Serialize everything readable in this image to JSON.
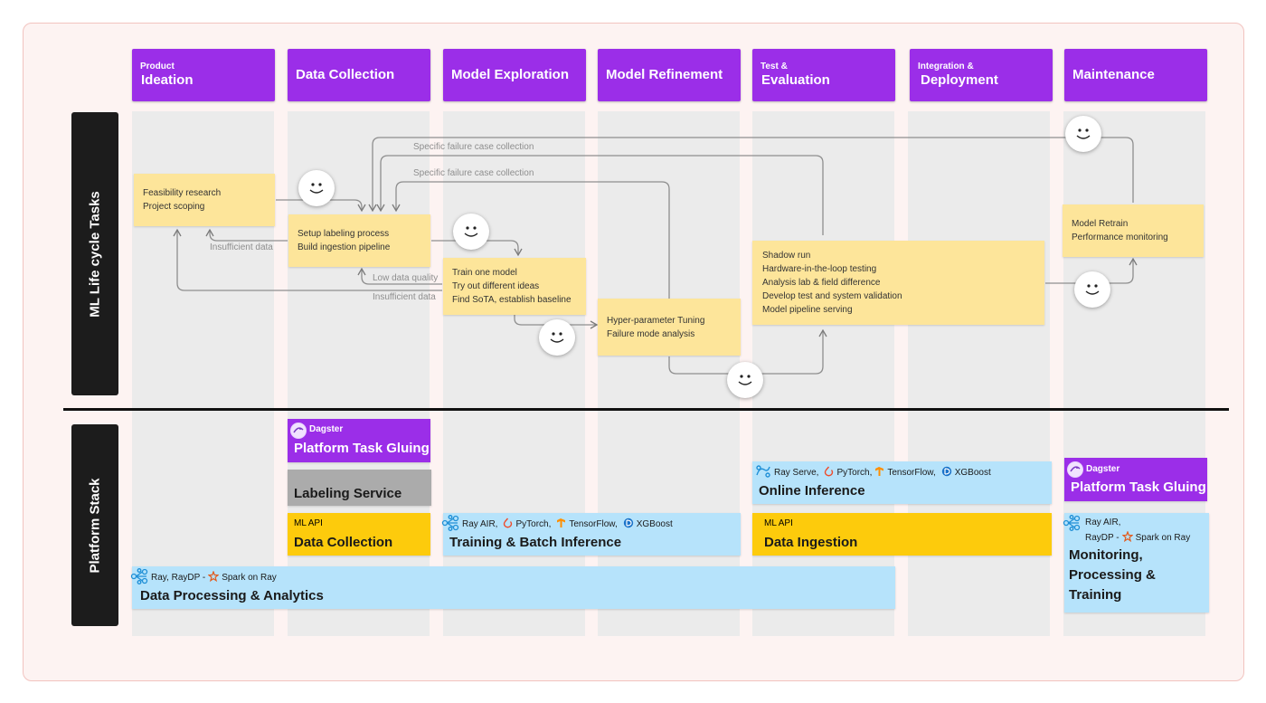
{
  "phases": [
    {
      "sub": "Product",
      "main": "Ideation"
    },
    {
      "sub": "",
      "main": "Data Collection"
    },
    {
      "sub": "",
      "main": "Model Exploration"
    },
    {
      "sub": "",
      "main": "Model Refinement"
    },
    {
      "sub": "Test &",
      "main": "Evaluation"
    },
    {
      "sub": "Integration &",
      "main": "Deployment"
    },
    {
      "sub": "",
      "main": "Maintenance"
    }
  ],
  "side_labels": {
    "lifecycle": "ML  Life cycle Tasks",
    "platform": "Platform Stack"
  },
  "notes": {
    "ideation": [
      "Feasibility research",
      "Project scoping"
    ],
    "data_collection": [
      "Setup labeling process",
      "Build ingestion pipeline"
    ],
    "model_exploration": [
      "Train one model",
      "Try out different ideas",
      "Find SoTA, establish baseline"
    ],
    "model_refinement": [
      "Hyper-parameter Tuning",
      "Failure mode analysis"
    ],
    "test_evaluation": [
      "Shadow run",
      "Hardware-in-the-loop testing",
      "Analysis lab & field difference",
      "Develop test and system validation",
      "Model pipeline serving"
    ],
    "maintenance": [
      "Model Retrain",
      "Performance monitoring"
    ]
  },
  "flow_labels": {
    "failure_1": "Specific failure case collection",
    "failure_2": "Specific failure case collection",
    "insufficient_1": "Insufficient data",
    "low_quality": "Low data quality",
    "insufficient_2": "Insufficient data"
  },
  "platform": {
    "dagster_logo_text": "Dagster",
    "task_gluing": "Platform Task Gluing",
    "labeling_service": "Labeling Service",
    "ml_api": "ML API",
    "data_collection": "Data Collection",
    "training_batch": "Training & Batch Inference",
    "training_tech": [
      "Ray AIR,",
      "PyTorch,",
      "TensorFlow,",
      "XGBoost"
    ],
    "online_inference": "Online Inference",
    "online_tech": [
      "Ray Serve,",
      "PyTorch,",
      "TensorFlow,",
      "XGBoost"
    ],
    "data_ingestion": "Data Ingestion",
    "data_processing": "Data Processing & Analytics",
    "processing_tech": [
      "Ray, RayDP -",
      "Spark on Ray"
    ],
    "monitoring_tech_1": "Ray AIR,",
    "monitoring_tech_2a": "RayDP -",
    "monitoring_tech_2b": "Spark on Ray",
    "monitoring": [
      "Monitoring,",
      "Processing &",
      "Training"
    ]
  },
  "colors": {
    "phase_purple": "#9b2ee8",
    "sticky_yellow": "#fde59a",
    "api_yellow": "#fdcb0c",
    "service_blue": "#b6e3fb",
    "service_gray": "#ababab"
  },
  "icons": [
    "smiley-icon",
    "dagster-logo-icon",
    "ray-icon",
    "pytorch-icon",
    "tensorflow-icon",
    "xgboost-icon",
    "spark-icon",
    "arrow-icon"
  ]
}
